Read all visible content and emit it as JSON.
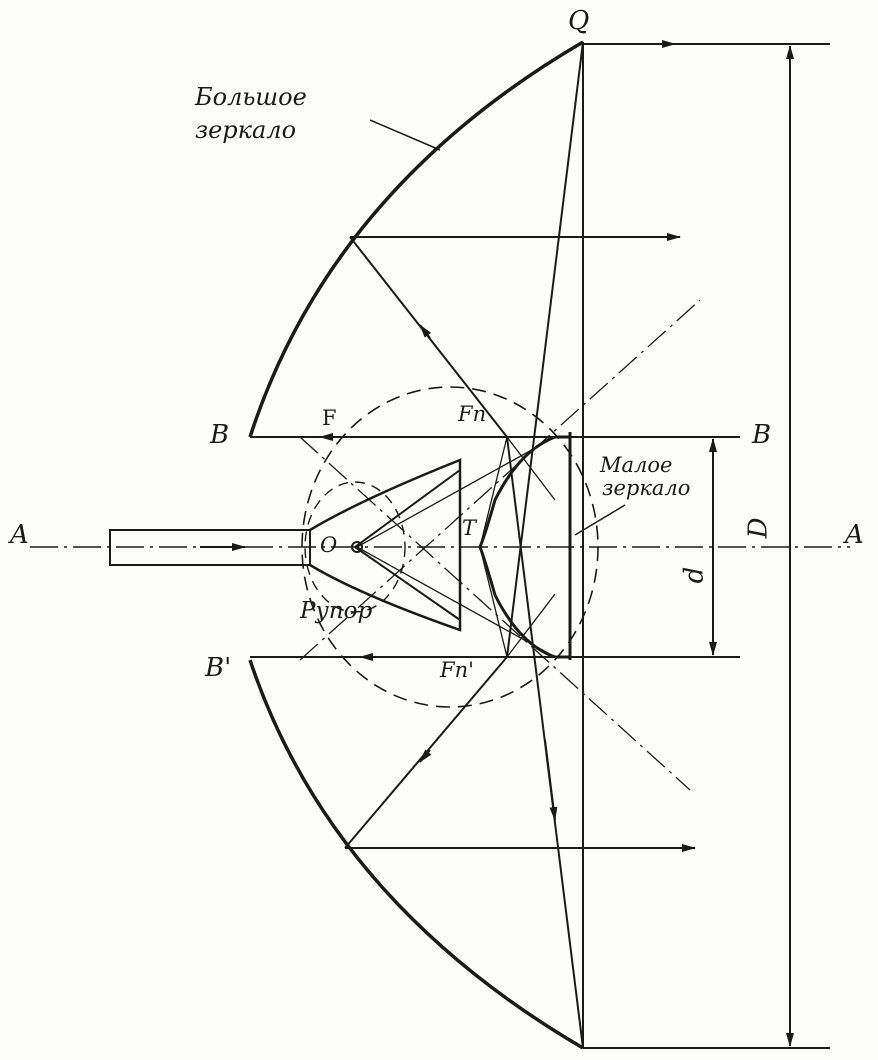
{
  "labels": {
    "big_mirror_line1": "Большое",
    "big_mirror_line2": "зеркало",
    "small_mirror_line1": "Малое",
    "small_mirror_line2": "зеркало",
    "horn": "Рупор",
    "Q": "Q",
    "B_left": "B",
    "B_right": "B",
    "B_prime": "B'",
    "F": "F",
    "Fp": "Fп",
    "Fp_prime": "Fп'",
    "A_left": "A",
    "A_right": "A",
    "O": "O",
    "T": "T",
    "D": "D",
    "d": "d"
  },
  "colors": {
    "ink": "#1a1a1a",
    "paper": "#fdfdfb"
  }
}
